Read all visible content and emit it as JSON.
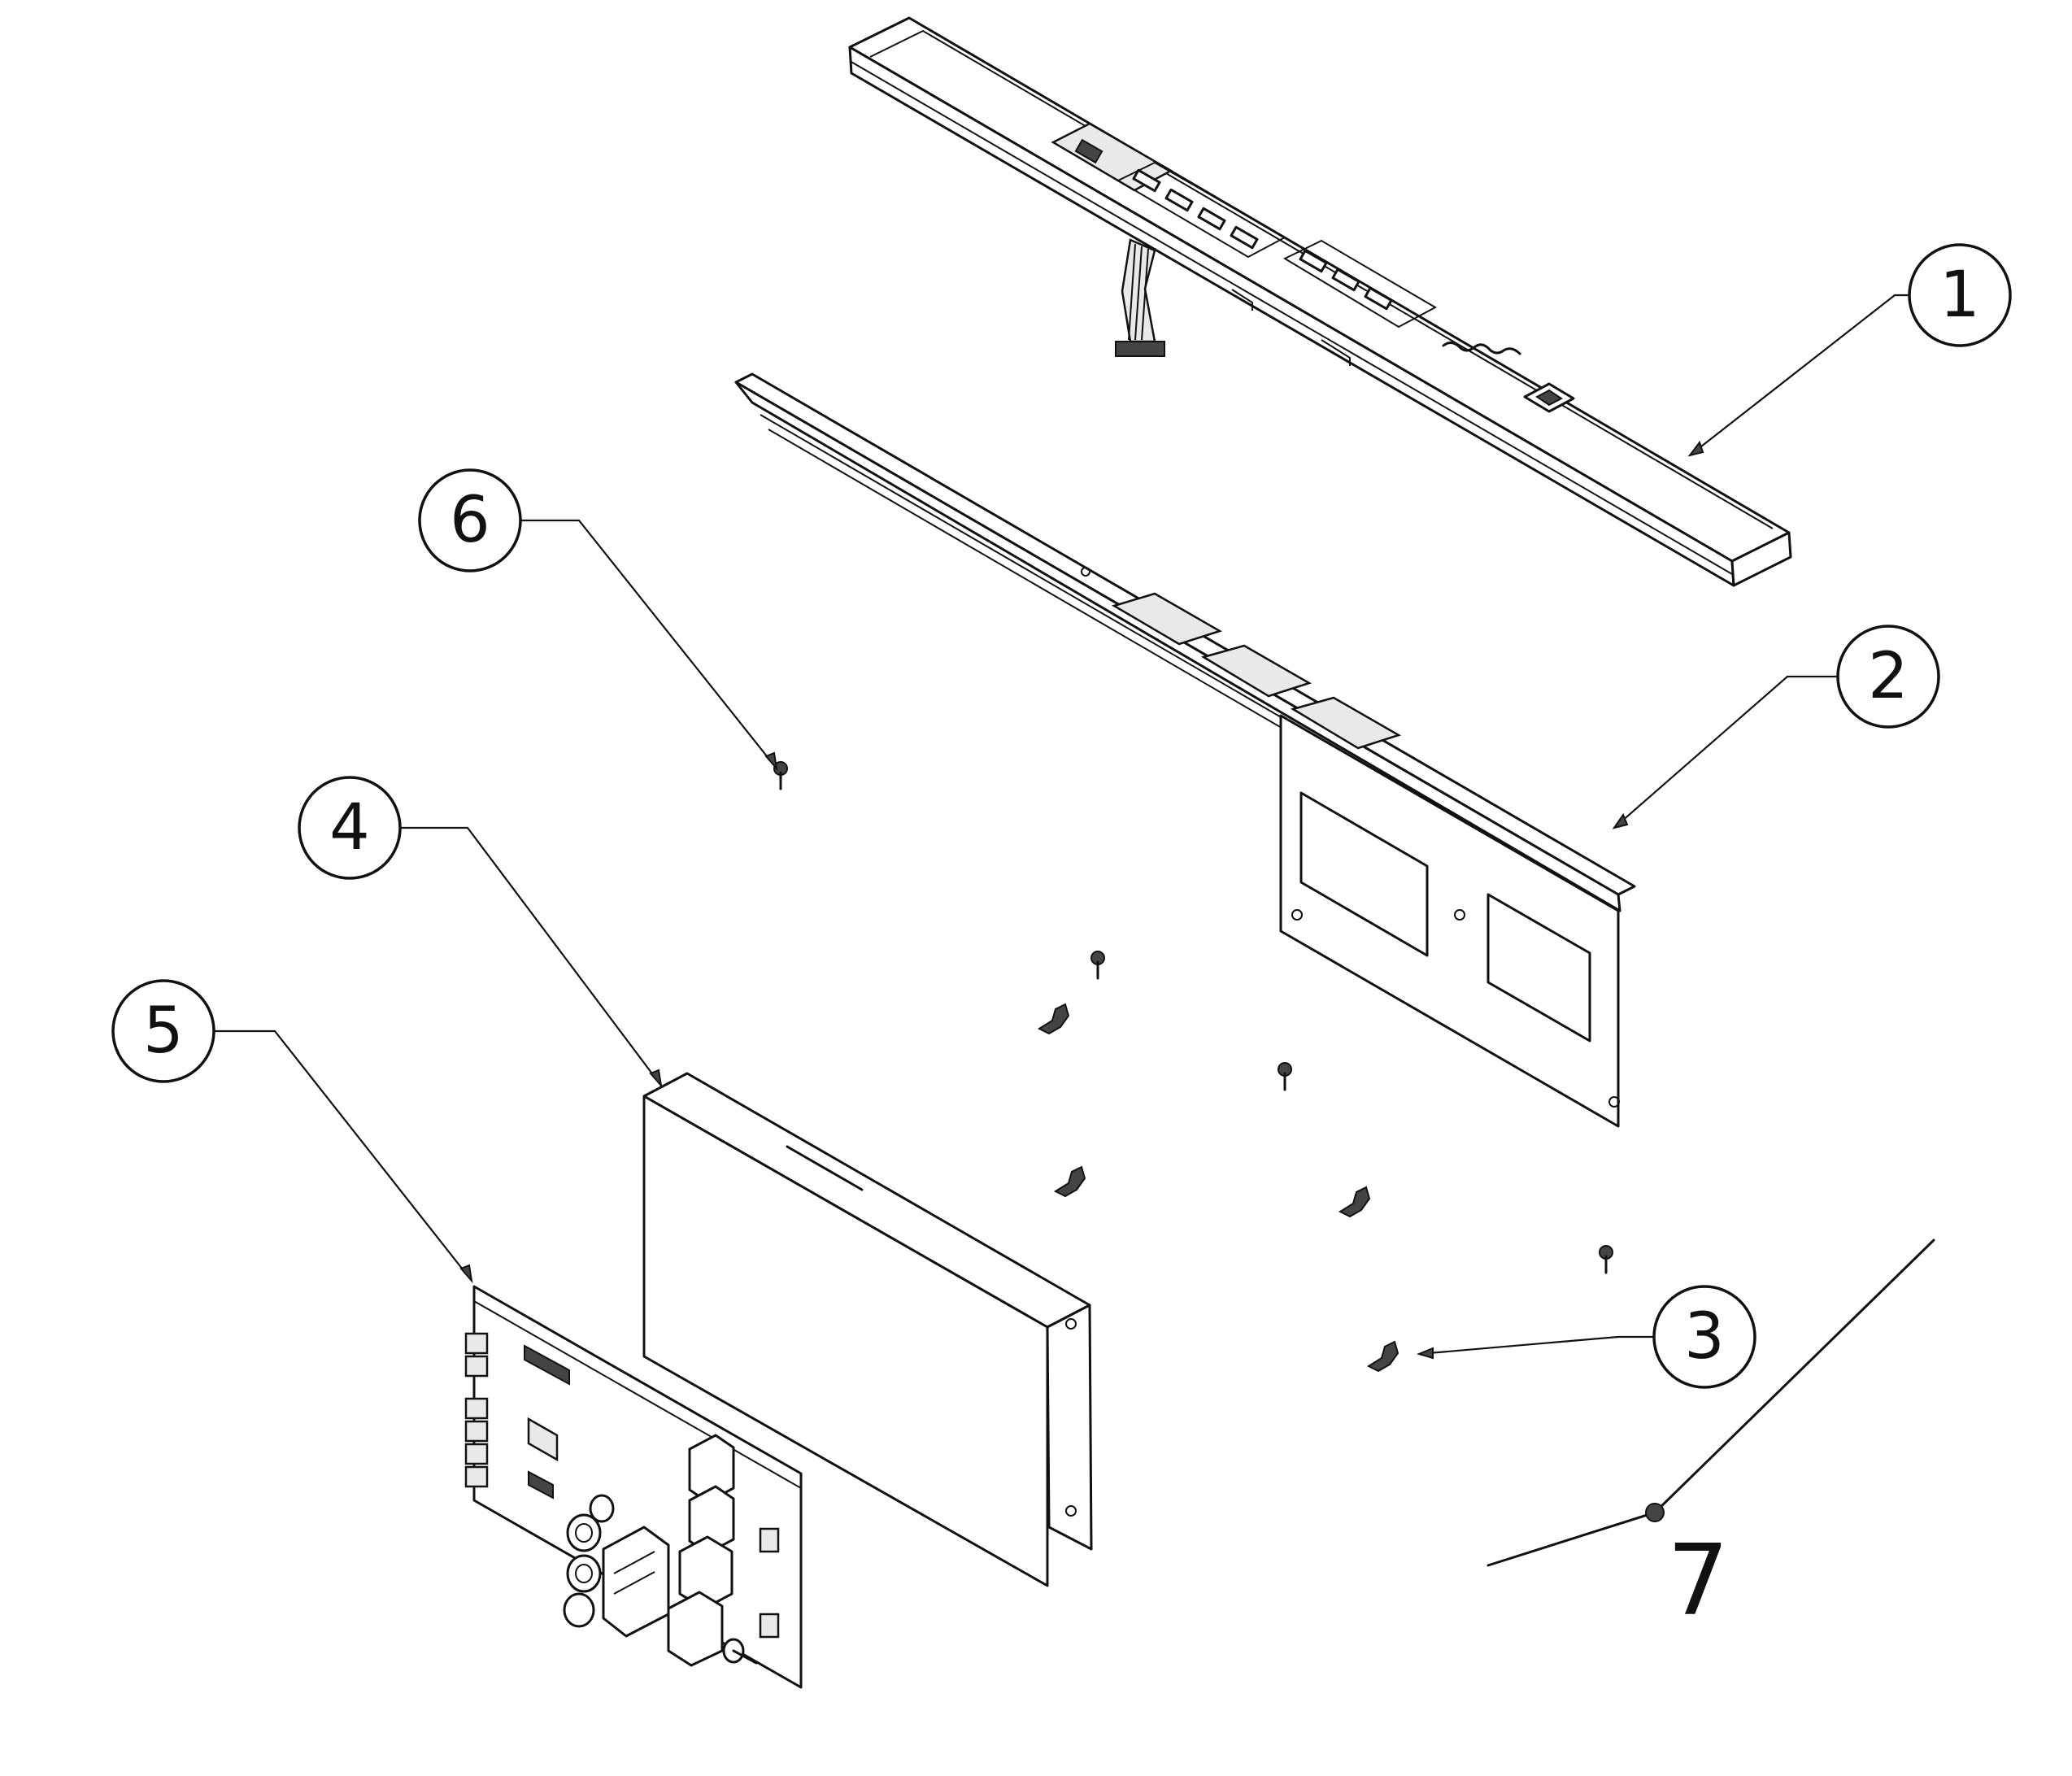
{
  "callouts": [
    {
      "id": "1",
      "label": "1"
    },
    {
      "id": "2",
      "label": "2"
    },
    {
      "id": "3",
      "label": "3"
    },
    {
      "id": "4",
      "label": "4"
    },
    {
      "id": "5",
      "label": "5"
    },
    {
      "id": "6",
      "label": "6"
    }
  ],
  "handwritten_mark": "7",
  "icons": {
    "brand_logo": "logo-mark",
    "screw": "screw-icon",
    "push_rivet": "push-rivet-icon"
  },
  "colors": {
    "line": "#111111",
    "background": "#ffffff"
  }
}
